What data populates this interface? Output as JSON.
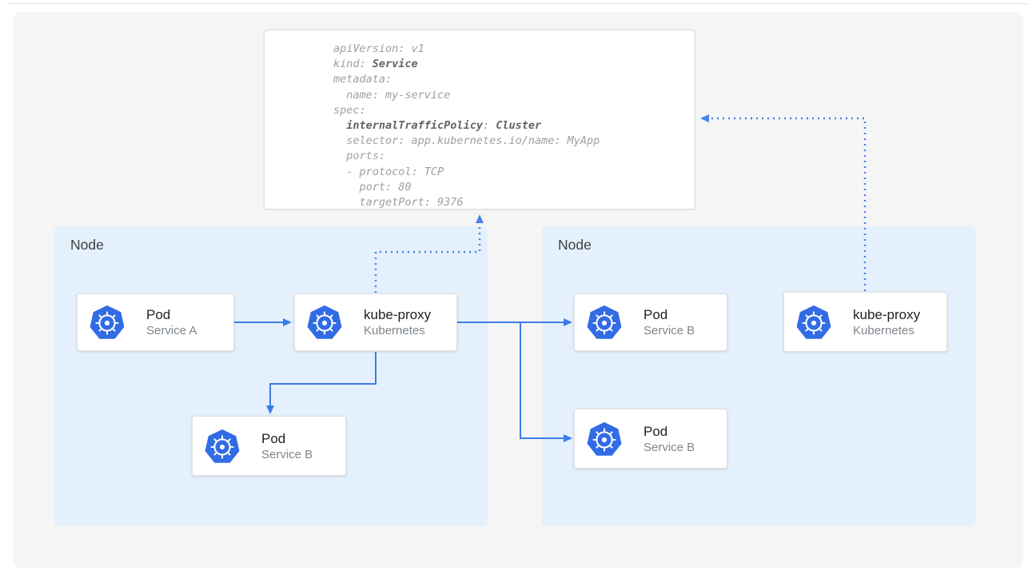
{
  "colors": {
    "k8s_blue": "#326ce5",
    "arrow_solid": "#3d7ce8",
    "arrow_dotted": "#4a82ea",
    "node_bg": "#e4f0fc",
    "panel_bg": "#f5f5f6",
    "card_border": "#e0e0e0",
    "code_text": "#9b9fa4",
    "code_bold": "#5f6368",
    "title_text": "#202124",
    "subtitle_text": "#7f868c",
    "node_label": "#3c4043"
  },
  "service_yaml": {
    "line1": "apiVersion: v1",
    "line2_plain": "kind: ",
    "line2_bold": "Service",
    "line3": "metadata:",
    "line4": "  name: my-service",
    "line5": "spec:",
    "line6_indent": "  ",
    "line6_bold_key": "internalTrafficPolicy",
    "line6_sep": ": ",
    "line6_bold_val": "Cluster",
    "line7": "  selector: app.kubernetes.io/name: MyApp",
    "line8": "  ports:",
    "line9": "  - protocol: TCP",
    "line10": "    port: 80",
    "line11": "    targetPort: 9376"
  },
  "nodes": {
    "left": {
      "label": "Node",
      "pod_a": {
        "title": "Pod",
        "subtitle": "Service A"
      },
      "kube_proxy": {
        "title": "kube-proxy",
        "subtitle": "Kubernetes"
      },
      "pod_b": {
        "title": "Pod",
        "subtitle": "Service B"
      }
    },
    "right": {
      "label": "Node",
      "pod_b_top": {
        "title": "Pod",
        "subtitle": "Service B"
      },
      "pod_b_bottom": {
        "title": "Pod",
        "subtitle": "Service B"
      },
      "kube_proxy": {
        "title": "kube-proxy",
        "subtitle": "Kubernetes"
      }
    }
  }
}
